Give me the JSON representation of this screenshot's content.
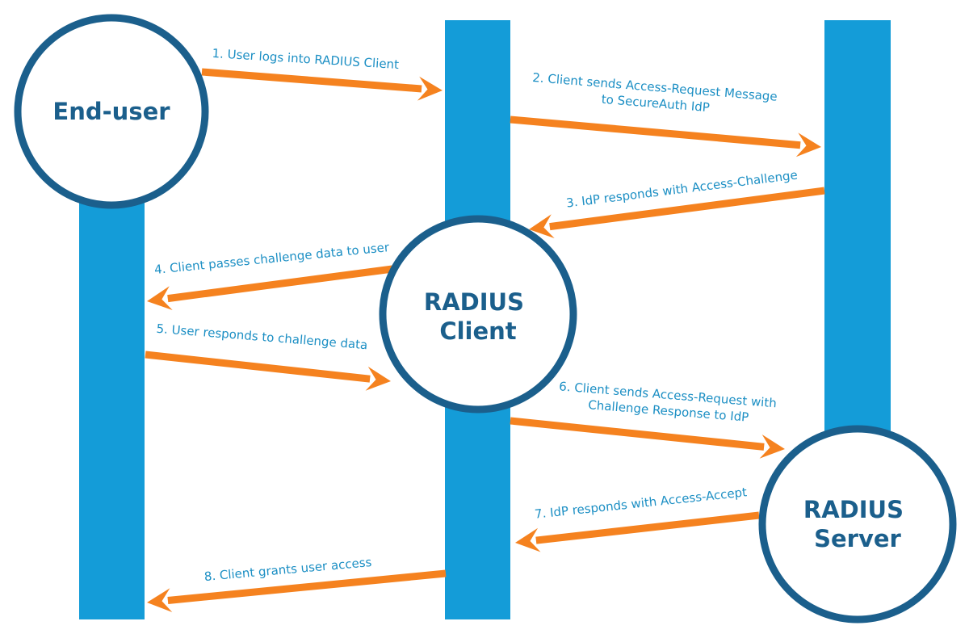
{
  "colors": {
    "lane": "#149cd8",
    "node_stroke": "#1b5f8c",
    "node_text": "#1b5f8c",
    "arrow": "#f5821f",
    "label_text": "#1c8fc4"
  },
  "nodes": {
    "end_user": {
      "label_lines": [
        "End-user"
      ]
    },
    "radius_client": {
      "label_lines": [
        "RADIUS",
        "Client"
      ]
    },
    "radius_server": {
      "label_lines": [
        "RADIUS",
        "Server"
      ]
    }
  },
  "steps": [
    {
      "lines": [
        "1. User logs into RADIUS Client"
      ]
    },
    {
      "lines": [
        "2. Client sends Access-Request Message",
        "to SecureAuth IdP"
      ]
    },
    {
      "lines": [
        "3. IdP responds with Access-Challenge"
      ]
    },
    {
      "lines": [
        "4. Client passes challenge data to user"
      ]
    },
    {
      "lines": [
        "5. User responds to challenge data"
      ]
    },
    {
      "lines": [
        "6. Client sends Access-Request with",
        "Challenge Response to IdP"
      ]
    },
    {
      "lines": [
        "7. IdP responds with Access-Accept"
      ]
    },
    {
      "lines": [
        "8. Client grants user access"
      ]
    }
  ]
}
